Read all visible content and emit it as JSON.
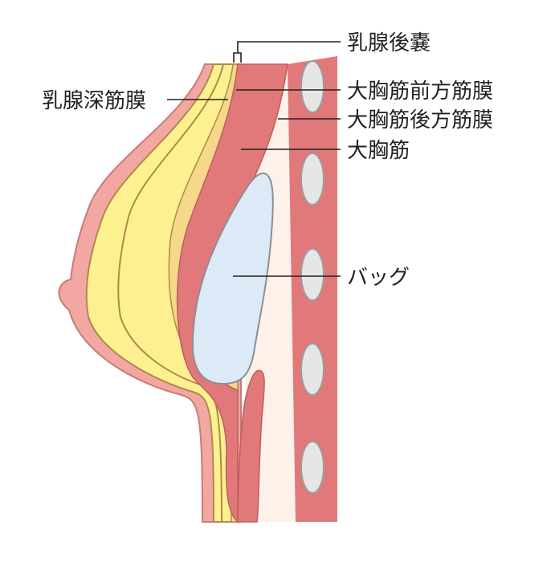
{
  "diagram": {
    "labels": {
      "retromammary_space": "乳腺後嚢",
      "deep_fascia": "乳腺深筋膜",
      "pectoralis_anterior_fascia": "大胸筋前方筋膜",
      "pectoralis_posterior_fascia": "大胸筋後方筋膜",
      "pectoralis_major": "大胸筋",
      "implant": "バッグ"
    },
    "colors": {
      "skin": "#f2a7a3",
      "skin_outline": "#c97b75",
      "gland": "#fdf091",
      "gland_outline": "#b08a48",
      "fascia": "#f7d88a",
      "muscle": "#e1787a",
      "muscle_light": "#ee9e9a",
      "chest_wall": "#fdf1ea",
      "ribs": "#e6e6e7",
      "rib_outline": "#9d9d9f",
      "implant": "#dceaf7",
      "implant_outline": "#8c8f94",
      "text": "#231f20"
    }
  }
}
